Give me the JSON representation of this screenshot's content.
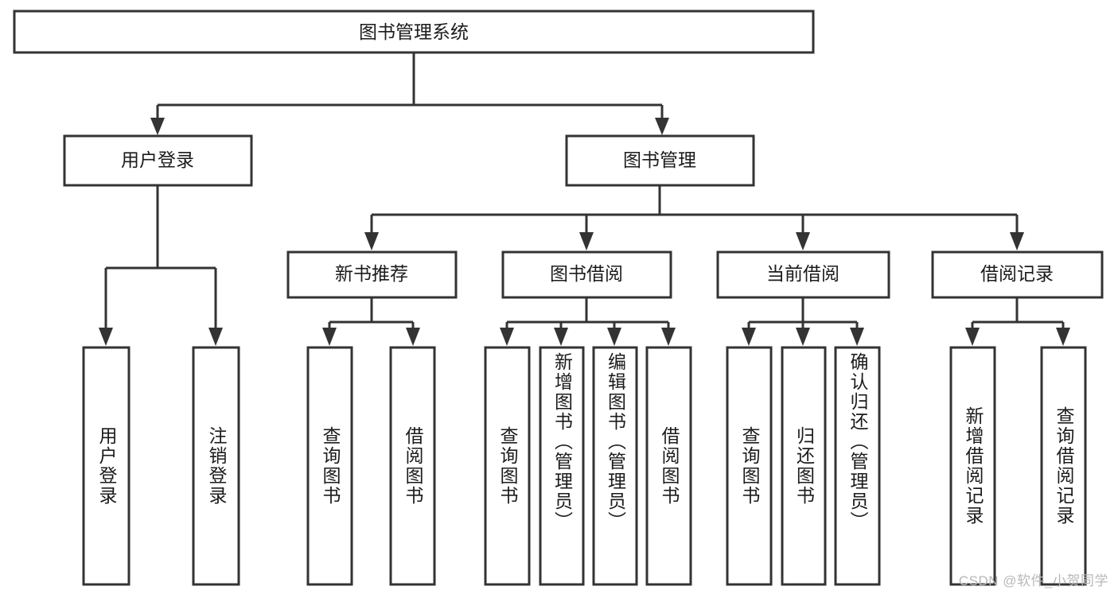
{
  "diagram": {
    "title_node": {
      "label": "图书管理系统"
    },
    "level2": [
      {
        "id": "user-login",
        "label": "用户登录"
      },
      {
        "id": "book-management",
        "label": "图书管理"
      }
    ],
    "level3": [
      {
        "id": "new-book-recommend",
        "label": "新书推荐"
      },
      {
        "id": "book-borrow",
        "label": "图书借阅"
      },
      {
        "id": "current-borrow",
        "label": "当前借阅"
      },
      {
        "id": "borrow-record",
        "label": "借阅记录"
      }
    ],
    "leaves": [
      {
        "id": "leaf-user-login",
        "label": "用户登录",
        "parent": "user-login"
      },
      {
        "id": "leaf-logout-login",
        "label": "注销登录",
        "parent": "user-login"
      },
      {
        "id": "leaf-query-book-1",
        "label": "查询图书",
        "parent": "new-book-recommend"
      },
      {
        "id": "leaf-borrow-book-1",
        "label": "借阅图书",
        "parent": "new-book-recommend"
      },
      {
        "id": "leaf-query-book-2",
        "label": "查询图书",
        "parent": "book-borrow"
      },
      {
        "id": "leaf-add-book",
        "label": "新增图书（管理员）",
        "parent": "book-borrow"
      },
      {
        "id": "leaf-edit-book",
        "label": "编辑图书（管理员）",
        "parent": "book-borrow"
      },
      {
        "id": "leaf-borrow-book-2",
        "label": "借阅图书",
        "parent": "book-borrow"
      },
      {
        "id": "leaf-query-book-3",
        "label": "查询图书",
        "parent": "current-borrow"
      },
      {
        "id": "leaf-return-book",
        "label": "归还图书",
        "parent": "current-borrow"
      },
      {
        "id": "leaf-confirm-return",
        "label": "确认归还（管理员）",
        "parent": "current-borrow"
      },
      {
        "id": "leaf-add-record",
        "label": "新增借阅记录",
        "parent": "borrow-record"
      },
      {
        "id": "leaf-query-record",
        "label": "查询借阅记录",
        "parent": "borrow-record"
      }
    ],
    "watermark": "CSDN @软件_小贺同学",
    "colors": {
      "stroke": "#333333",
      "box_fill": "#ffffff",
      "text": "#1b1b1b",
      "background": "#ffffff",
      "watermark": "#b8b8b8"
    }
  }
}
